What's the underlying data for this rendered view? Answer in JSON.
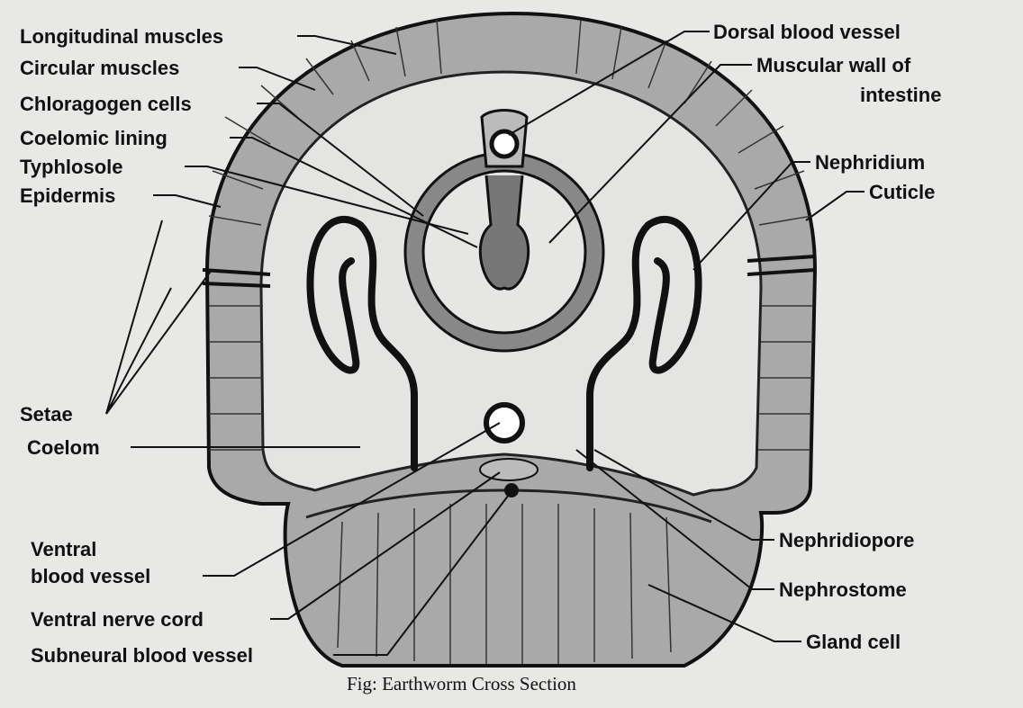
{
  "caption": "Fig: Earthworm Cross Section",
  "labels": {
    "longitudinal_muscles": "Longitudinal muscles",
    "circular_muscles": "Circular muscles",
    "chloragogen_cells": "Chloragogen cells",
    "coelomic_lining": "Coelomic lining",
    "typhlosole": "Typhlosole",
    "epidermis": "Epidermis",
    "setae": "Setae",
    "coelom": "Coelom",
    "ventral_blood_vessel_1": "Ventral",
    "ventral_blood_vessel_2": "blood vessel",
    "ventral_nerve_cord": "Ventral nerve cord",
    "subneural_blood_vessel": "Subneural blood vessel",
    "dorsal_blood_vessel": "Dorsal blood vessel",
    "muscular_wall_1": "Muscular wall of",
    "muscular_wall_2": "intestine",
    "nephridium": "Nephridium",
    "cuticle": "Cuticle",
    "nephridiopore": "Nephridiopore",
    "nephrostome": "Nephrostome",
    "gland_cell": "Gland cell"
  }
}
